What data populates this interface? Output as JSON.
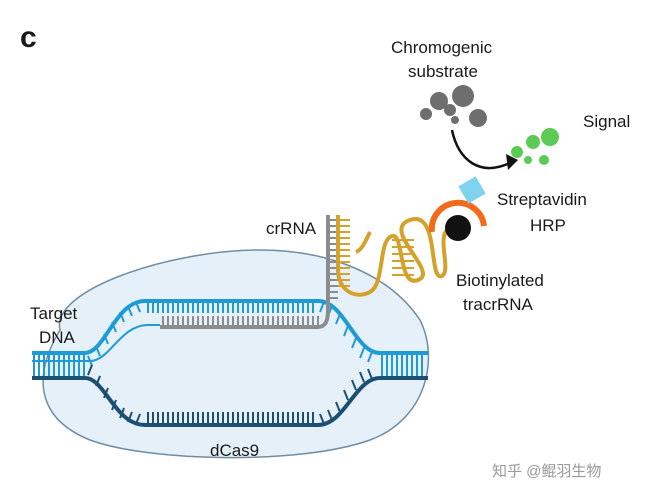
{
  "panel_letter": "c",
  "labels": {
    "chromogenic_line1": "Chromogenic",
    "chromogenic_line2": "substrate",
    "signal": "Signal",
    "streptavidin_line1": "Streptavidin",
    "streptavidin_line2": "HRP",
    "crrna": "crRNA",
    "biotinylated_line1": "Biotinylated",
    "biotinylated_line2": "tracrRNA",
    "target_line1": "Target",
    "target_line2": "DNA",
    "dcas9": "dCas9"
  },
  "watermark": "知乎 @鲲羽生物",
  "colors": {
    "dna_blue": "#1e9bd7",
    "dna_dark": "#1b4f73",
    "cas9_fill": "#e6f0f8",
    "cas9_stroke": "#6f8ea6",
    "crrna_gray": "#8c8c8c",
    "tracrrna_gold": "#d4a22b",
    "hrp_cyan": "#7fd3ee",
    "biotin_orange": "#f26b1d",
    "substrate_gray": "#6e6e6e",
    "signal_green": "#5ccb55"
  }
}
